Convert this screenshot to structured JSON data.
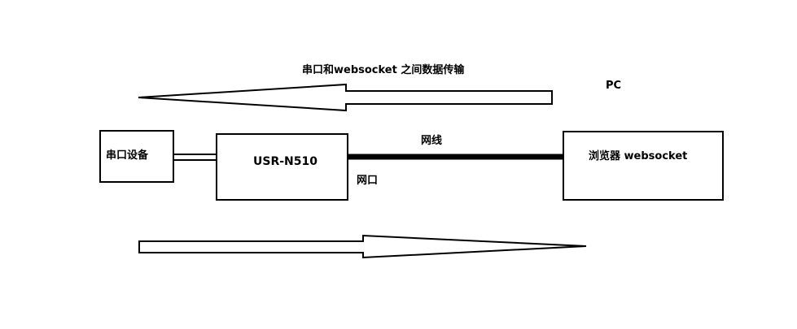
{
  "diagram": {
    "top_label": "串口和websocket 之间数据传输",
    "pc_label": "PC",
    "cable_label": "网线",
    "port_label": "网口",
    "nodes": {
      "serial_device": "串口设备",
      "usr_device": "USR-N510",
      "browser": "浏览器 websocket"
    },
    "colors": {
      "stroke": "#000000",
      "background": "#ffffff"
    }
  }
}
